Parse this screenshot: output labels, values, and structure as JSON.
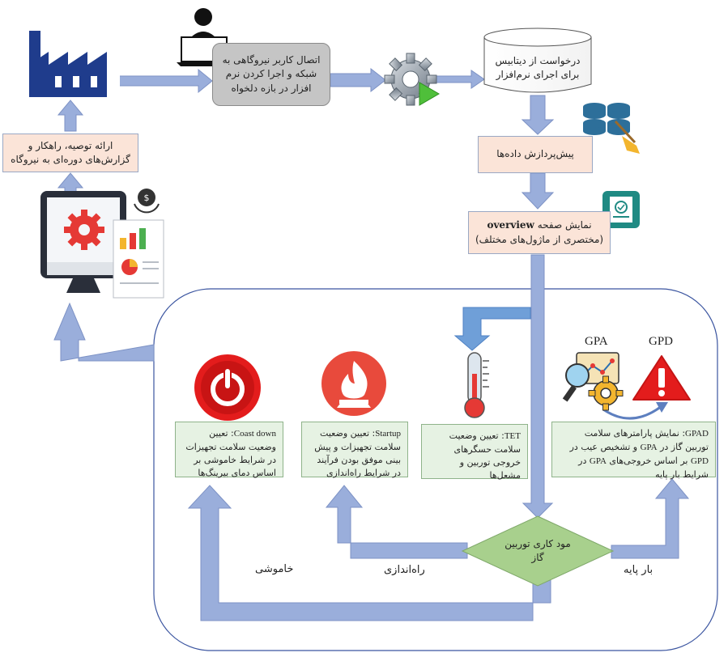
{
  "nodes": {
    "connect": "اتصال کاربر نیروگاهی به شبکه و اجرا کردن نرم افزار در بازه دلخواه",
    "db_request": "درخواست از دیتابیس برای اجرای نرم‌افزار",
    "preprocess": "پیش‌پردازش داده‌ها",
    "overview_pre": "نمایش صفحه",
    "overview_word": "overview",
    "overview_sub": "(مختصری از ماژول‌های مختلف)",
    "report": "ارائه توصیه، راهکار و گزارش‌های دوره‌ای به نیروگاه",
    "decision": "مود کاری توربین گاز"
  },
  "modules": {
    "coast_key": "Coast down",
    "coast_text": ": تعیین وضعیت سلامت تجهیزات در شرایط خاموشی بر اساس دمای بیرینگ‌ها",
    "startup_key": "Startup",
    "startup_text": ": تعیین وضعیت سلامت تجهیزات و پیش بینی موفق بودن فرآیند در شرایط راه‌اندازی",
    "tet_key": "TET",
    "tet_text": ": تعیین وضعیت سلامت حسگرهای خروجی توربین و مشعل‌ها",
    "gpad_key": "GPAD",
    "gpad_text_1": ": نمایش پارامترهای سلامت توربین گاز در ",
    "gpad_gpa": "GPA",
    "gpad_text_2": " و تشخیص عیب در ",
    "gpad_gpd": "GPD",
    "gpad_text_3": " بر اساس خروجی‌های ",
    "gpad_gpa2": "GPA",
    "gpad_text_4": " در شرایط بار پایه"
  },
  "labels": {
    "shutdown": "خاموشی",
    "startup": "راه‌اندازی",
    "baseload": "بار پایه",
    "gpa": "GPA",
    "gpd": "GPD"
  },
  "icons": [
    "factory-icon",
    "user-laptop-icon",
    "gear-play-icon",
    "database-icon",
    "database-clean-icon",
    "overview-doc-icon",
    "monitor-dashboard-icon",
    "power-icon",
    "flame-icon",
    "thermometer-icon",
    "gpa-analysis-icon",
    "gpd-warning-icon"
  ],
  "colors": {
    "arrow": "#9aaedb",
    "arrow_stroke": "#7d92c5",
    "peach": "#fbe4d8",
    "mint": "#e6f2e3",
    "diamond": "#a8d08d",
    "container": "#3b55a0"
  }
}
